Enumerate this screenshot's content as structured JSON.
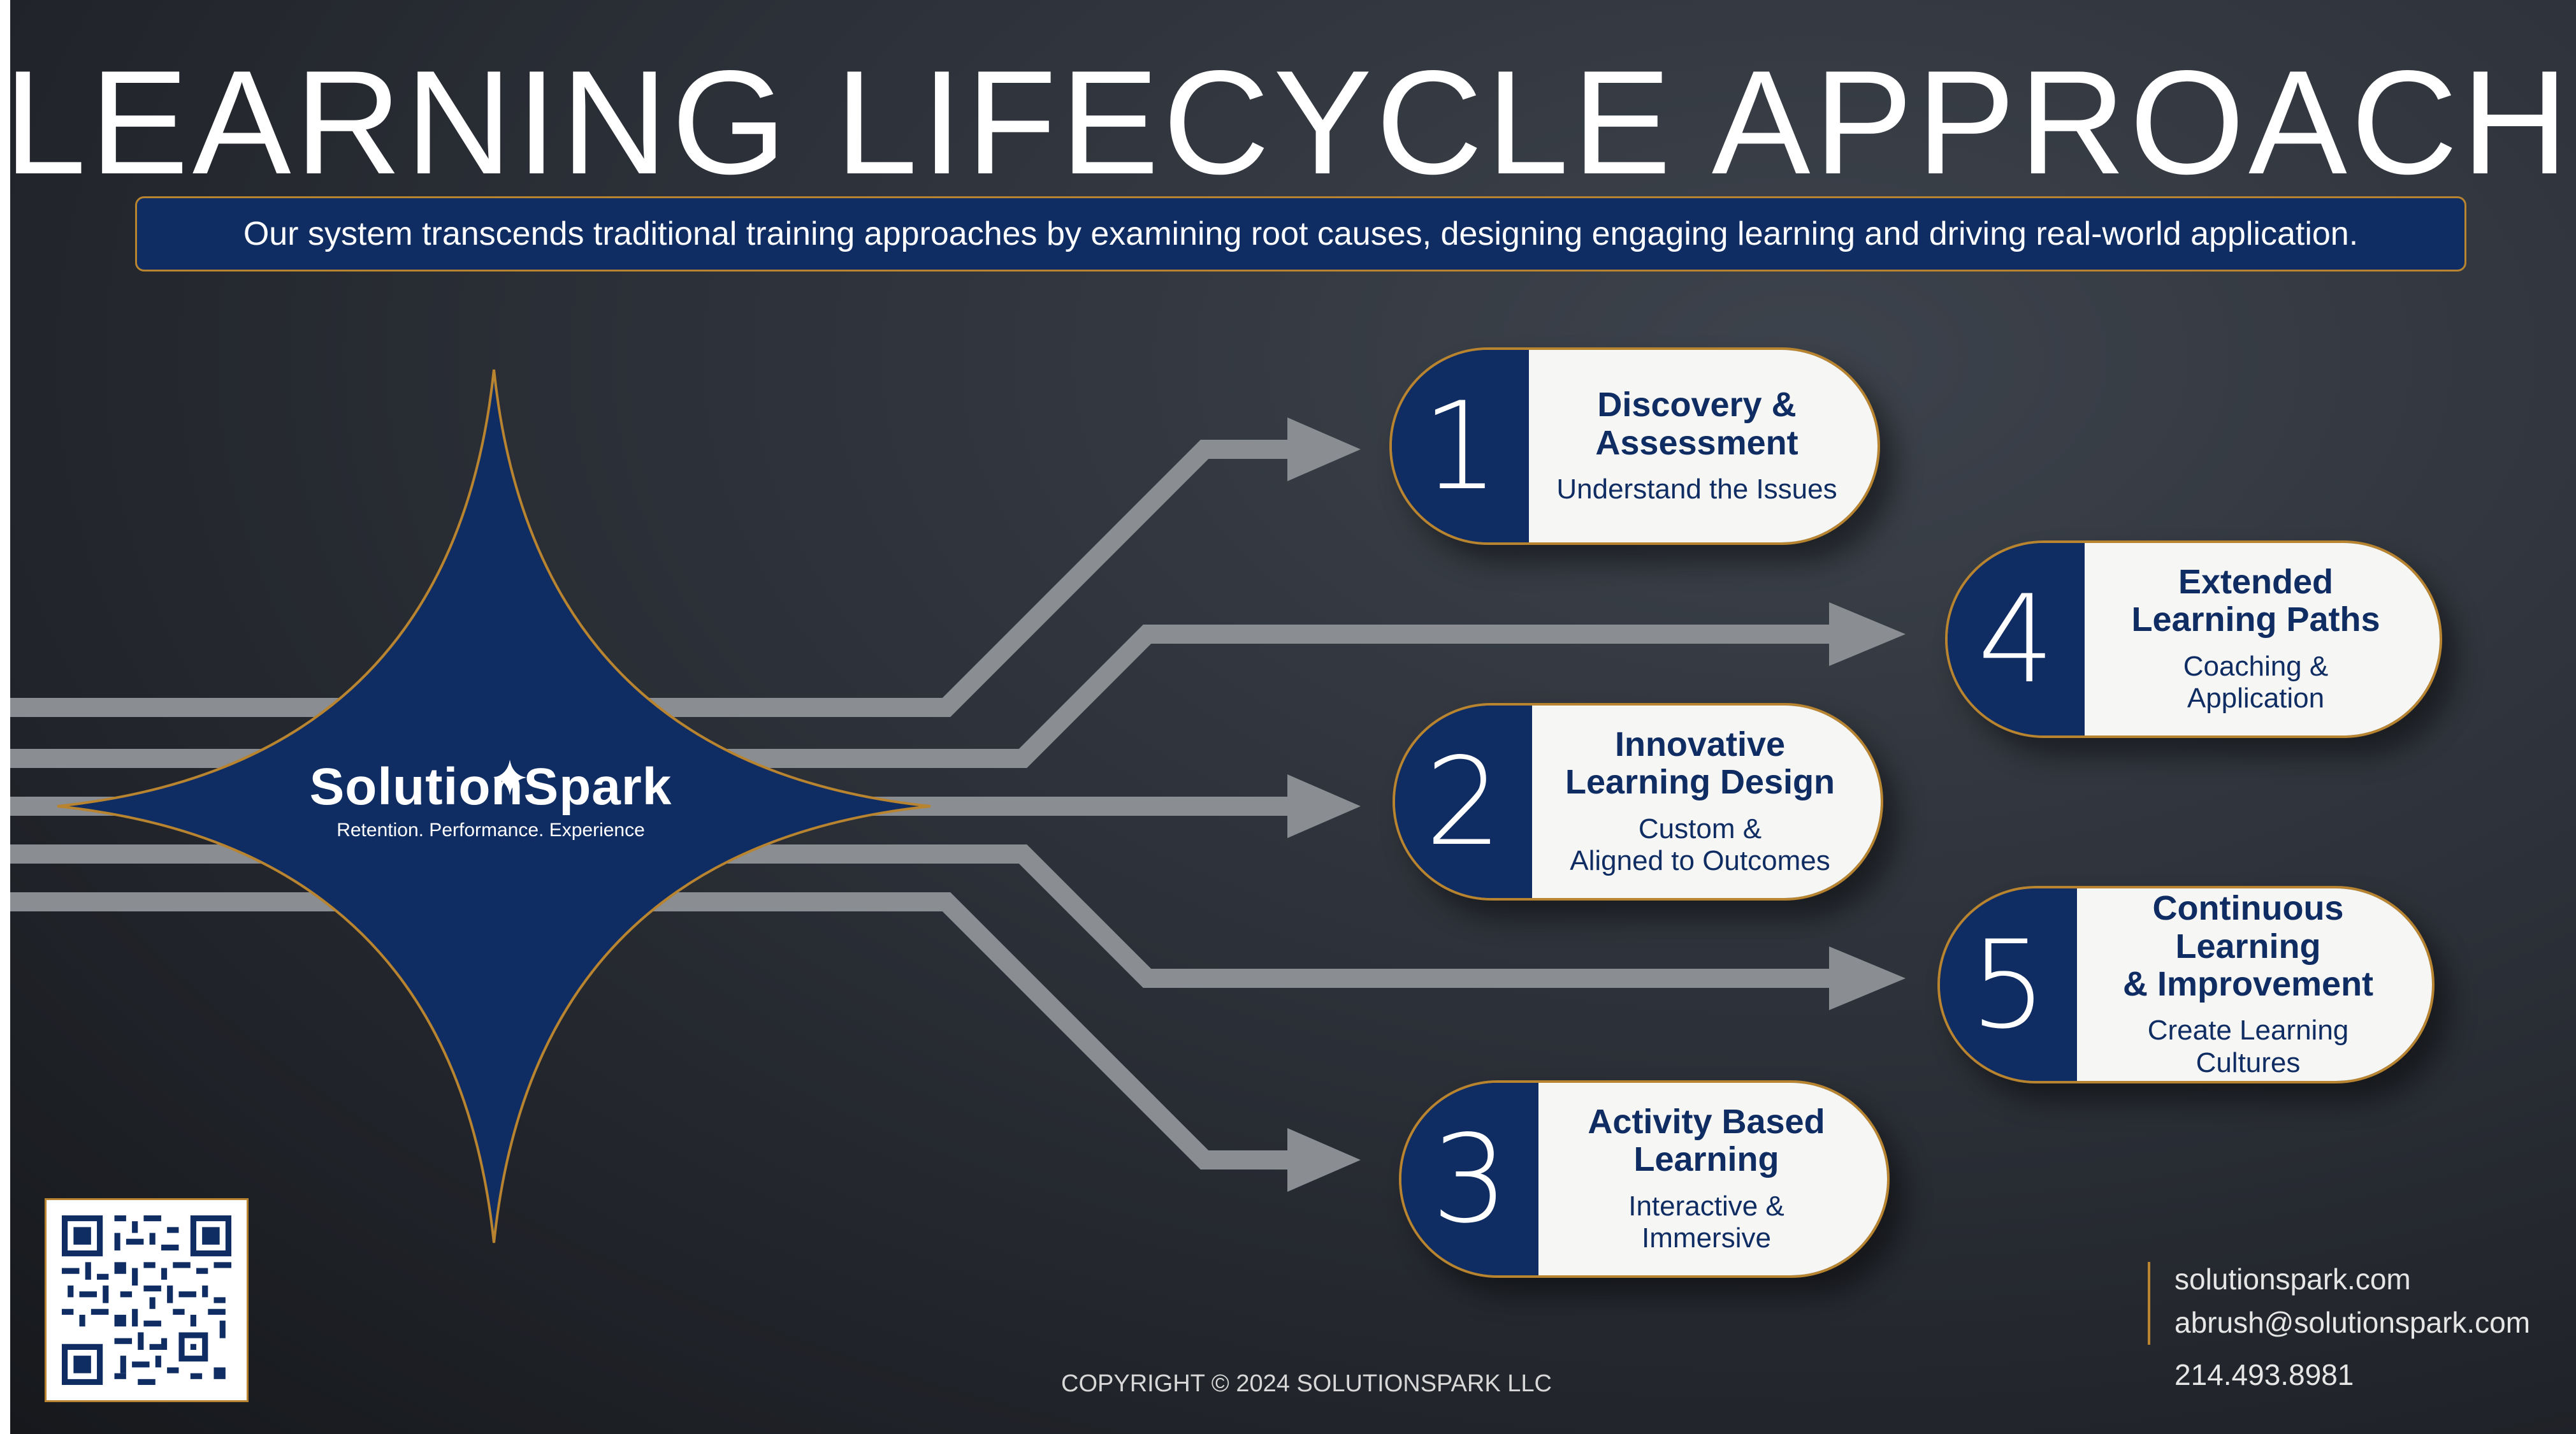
{
  "title": "LEARNING LIFECYCLE APPROACH",
  "subtitle": "Our system transcends traditional training approaches by examining root causes, designing engaging learning and driving real-world application.",
  "logo": {
    "name": "SolutionSpark",
    "tagline": "Retention. Performance. Experience"
  },
  "steps": [
    {
      "number": "1",
      "title_line1": "Discovery &",
      "title_line2": "Assessment",
      "sub_line1": "Understand the Issues",
      "sub_line2": ""
    },
    {
      "number": "2",
      "title_line1": "Innovative",
      "title_line2": "Learning Design",
      "sub_line1": "Custom &",
      "sub_line2": "Aligned to Outcomes"
    },
    {
      "number": "3",
      "title_line1": "Activity Based",
      "title_line2": "Learning",
      "sub_line1": "Interactive &",
      "sub_line2": "Immersive"
    },
    {
      "number": "4",
      "title_line1": "Extended",
      "title_line2": "Learning Paths",
      "sub_line1": "Coaching &",
      "sub_line2": "Application"
    },
    {
      "number": "5",
      "title_line1": "Continuous Learning",
      "title_line2": "& Improvement",
      "sub_line1": "Create Learning",
      "sub_line2": "Cultures"
    }
  ],
  "copyright": "COPYRIGHT © 2024 SOLUTIONSPARK LLC",
  "contact": {
    "website": "solutionspark.com",
    "email": "abrush@solutionspark.com",
    "phone": "214.493.8981"
  },
  "colors": {
    "navy": "#0f2d63",
    "gold": "#b8842f",
    "arrow_gray": "#8a8d91",
    "card_bg": "#f6f6f4"
  },
  "icons": [
    "sparkle-icon",
    "qr-code-icon"
  ]
}
